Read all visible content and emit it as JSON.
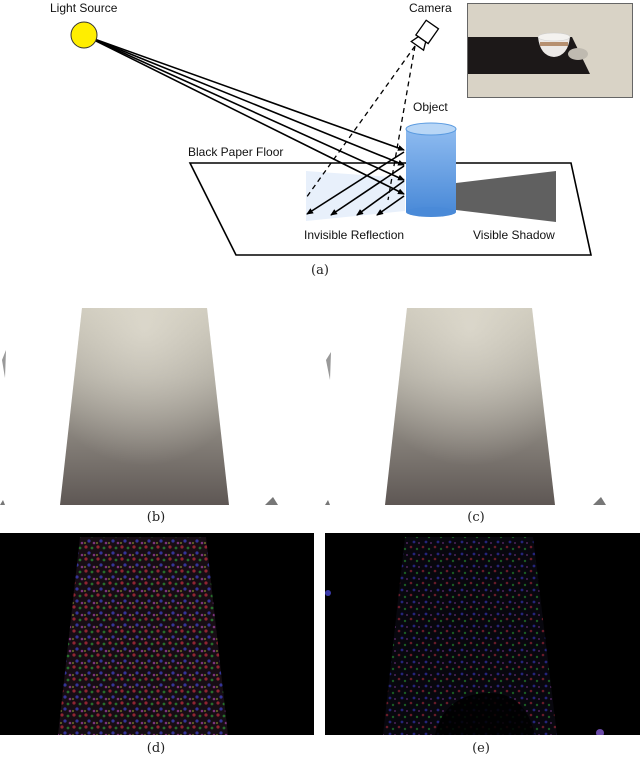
{
  "figure": {
    "panel_a": {
      "caption": "(a)",
      "labels": {
        "light_source": "Light Source",
        "camera": "Camera",
        "object": "Object",
        "floor": "Black Paper Floor",
        "reflection": "Invisible Reflection",
        "shadow": "Visible Shadow"
      },
      "colors": {
        "light": "#ffee00",
        "object_top": "#9cc4f2",
        "object_body": "#5b9be0",
        "shadow": "#606060",
        "reflection_area": "#e8f0fb"
      },
      "inset_photo": "photo of a white bowl on black paper floor"
    },
    "panel_b": {
      "caption": "(b)",
      "content": "photo of black paper floor under lighting"
    },
    "panel_c": {
      "caption": "(c)",
      "content": "photo of black paper floor under lighting (second view)"
    },
    "panel_d": {
      "caption": "(d)",
      "content": "colored noise difference map, bright region at bottom center"
    },
    "panel_e": {
      "caption": "(e)",
      "content": "colored noise difference map, darker region at bottom center"
    }
  }
}
